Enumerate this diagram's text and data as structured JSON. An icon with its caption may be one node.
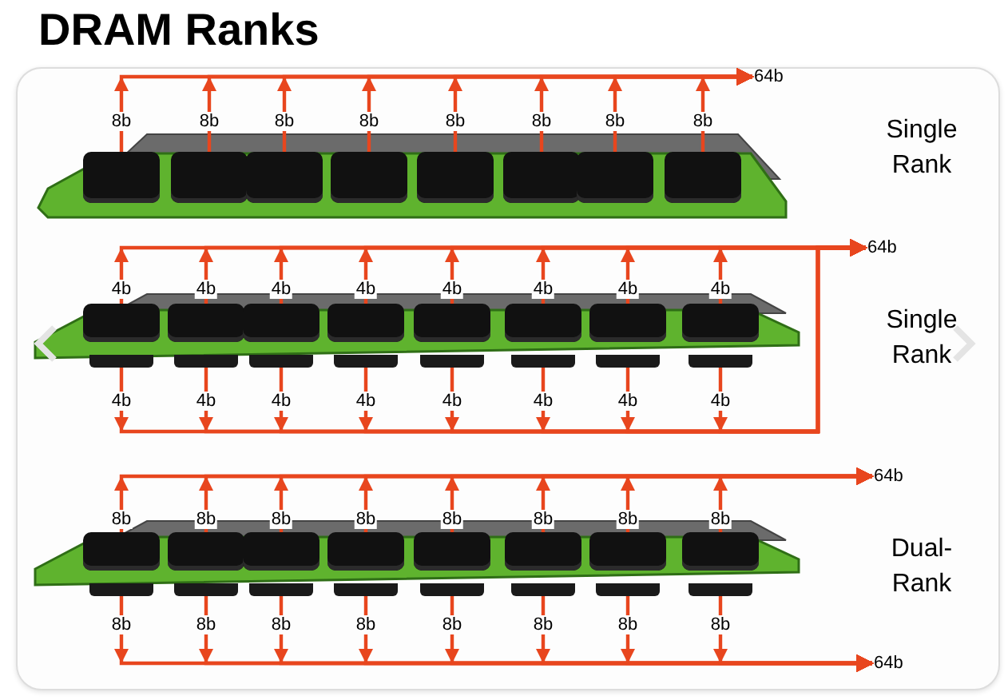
{
  "diagram": {
    "title": "DRAM Ranks",
    "nodes": [
      {
        "text": [
          "64b"
        ]
      },
      {
        "text": [],
        "shape": "box"
      },
      {
        "text": [],
        "shape": "box"
      },
      {
        "text": [],
        "shape": "box"
      },
      {
        "text": [],
        "shape": "box"
      },
      {
        "text": [],
        "shape": "box"
      },
      {
        "text": [],
        "shape": "box"
      },
      {
        "text": [],
        "shape": "box"
      },
      {
        "text": [],
        "shape": "box"
      },
      {
        "text": [
          "64b"
        ]
      },
      {
        "text": [],
        "shape": "box"
      },
      {
        "text": [],
        "shape": "box"
      },
      {
        "text": [],
        "shape": "box"
      },
      {
        "text": [],
        "shape": "box"
      },
      {
        "text": [],
        "shape": "box"
      },
      {
        "text": [],
        "shape": "box"
      },
      {
        "text": [],
        "shape": "box"
      },
      {
        "text": [],
        "shape": "box"
      },
      {
        "text": [],
        "shape": "box"
      },
      {
        "text": [],
        "shape": "box"
      },
      {
        "text": [],
        "shape": "box"
      },
      {
        "text": [],
        "shape": "box"
      },
      {
        "text": [],
        "shape": "box"
      },
      {
        "text": [],
        "shape": "box"
      },
      {
        "text": [],
        "shape": "box"
      },
      {
        "text": [],
        "shape": "box"
      },
      {
        "text": [
          "64b"
        ]
      },
      {
        "text": [],
        "shape": "box"
      },
      {
        "text": [],
        "shape": "box"
      },
      {
        "text": [],
        "shape": "box"
      },
      {
        "text": [],
        "shape": "box"
      },
      {
        "text": [],
        "shape": "box"
      },
      {
        "text": [],
        "shape": "box"
      },
      {
        "text": [],
        "shape": "box"
      },
      {
        "text": [],
        "shape": "box"
      },
      {
        "text": [],
        "shape": "box"
      },
      {
        "text": [],
        "shape": "box"
      },
      {
        "text": [],
        "shape": "box"
      },
      {
        "text": [],
        "shape": "box"
      },
      {
        "text": [],
        "shape": "box"
      },
      {
        "text": [],
        "shape": "box"
      },
      {
        "text": [],
        "shape": "box"
      },
      {
        "text": [],
        "shape": "box"
      },
      {
        "text": [
          "64b"
        ]
      }
    ],
    "edges": [
      {
        "from": 1,
        "to": 0,
        "arrow": "to",
        "label": "8b"
      },
      {
        "from": 2,
        "to": 0,
        "arrow": "to",
        "label": "8b"
      },
      {
        "from": 3,
        "to": 0,
        "arrow": "to",
        "label": "8b"
      },
      {
        "from": 4,
        "to": 0,
        "arrow": "to",
        "label": "8b"
      },
      {
        "from": 5,
        "to": 0,
        "arrow": "to",
        "label": "8b"
      },
      {
        "from": 6,
        "to": 0,
        "arrow": "to",
        "label": "8b"
      },
      {
        "from": 7,
        "to": 0,
        "arrow": "to",
        "label": "8b"
      },
      {
        "from": 8,
        "to": 0,
        "arrow": "to",
        "label": "8b"
      },
      {
        "from": 10,
        "to": 9,
        "arrow": "to",
        "label": "4b"
      },
      {
        "from": 11,
        "to": 9,
        "arrow": "to",
        "label": "4b"
      },
      {
        "from": 12,
        "to": 9,
        "arrow": "to",
        "label": "4b"
      },
      {
        "from": 13,
        "to": 9,
        "arrow": "to",
        "label": "4b"
      },
      {
        "from": 14,
        "to": 9,
        "arrow": "to",
        "label": "4b"
      },
      {
        "from": 15,
        "to": 9,
        "arrow": "to",
        "label": "4b"
      },
      {
        "from": 16,
        "to": 9,
        "arrow": "to",
        "label": "4b"
      },
      {
        "from": 17,
        "to": 9,
        "arrow": "to",
        "label": "4b"
      },
      {
        "from": 18,
        "to": 9,
        "arrow": "to",
        "label": "4b"
      },
      {
        "from": 19,
        "to": 9,
        "arrow": "to",
        "label": "4b"
      },
      {
        "from": 20,
        "to": 9,
        "arrow": "to",
        "label": "4b"
      },
      {
        "from": 21,
        "to": 9,
        "arrow": "to",
        "label": "4b"
      },
      {
        "from": 22,
        "to": 9,
        "arrow": "to",
        "label": "4b"
      },
      {
        "from": 23,
        "to": 9,
        "arrow": "to",
        "label": "4b"
      },
      {
        "from": 24,
        "to": 9,
        "arrow": "to",
        "label": "4b"
      },
      {
        "from": 25,
        "to": 9,
        "arrow": "to",
        "label": "4b"
      },
      {
        "from": 27,
        "to": 26,
        "arrow": "to",
        "label": "8b"
      },
      {
        "from": 28,
        "to": 26,
        "arrow": "to",
        "label": "8b"
      },
      {
        "from": 29,
        "to": 26,
        "arrow": "to",
        "label": "8b"
      },
      {
        "from": 30,
        "to": 26,
        "arrow": "to",
        "label": "8b"
      },
      {
        "from": 31,
        "to": 26,
        "arrow": "to",
        "label": "8b"
      },
      {
        "from": 32,
        "to": 26,
        "arrow": "to",
        "label": "8b"
      },
      {
        "from": 33,
        "to": 26,
        "arrow": "to",
        "label": "8b"
      },
      {
        "from": 34,
        "to": 26,
        "arrow": "to",
        "label": "8b"
      },
      {
        "from": 35,
        "to": 43,
        "arrow": "to",
        "label": "8b"
      },
      {
        "from": 36,
        "to": 43,
        "arrow": "to",
        "label": "8b"
      },
      {
        "from": 37,
        "to": 43,
        "arrow": "to",
        "label": "8b"
      },
      {
        "from": 38,
        "to": 43,
        "arrow": "to",
        "label": "8b"
      },
      {
        "from": 39,
        "to": 43,
        "arrow": "to",
        "label": "8b"
      },
      {
        "from": 40,
        "to": 43,
        "arrow": "to",
        "label": "8b"
      },
      {
        "from": 41,
        "to": 43,
        "arrow": "to",
        "label": "8b"
      },
      {
        "from": 42,
        "to": 43,
        "arrow": "to",
        "label": "8b"
      }
    ],
    "labels": [
      "Single Rank",
      "Single Rank",
      "Dual-Rank"
    ]
  }
}
